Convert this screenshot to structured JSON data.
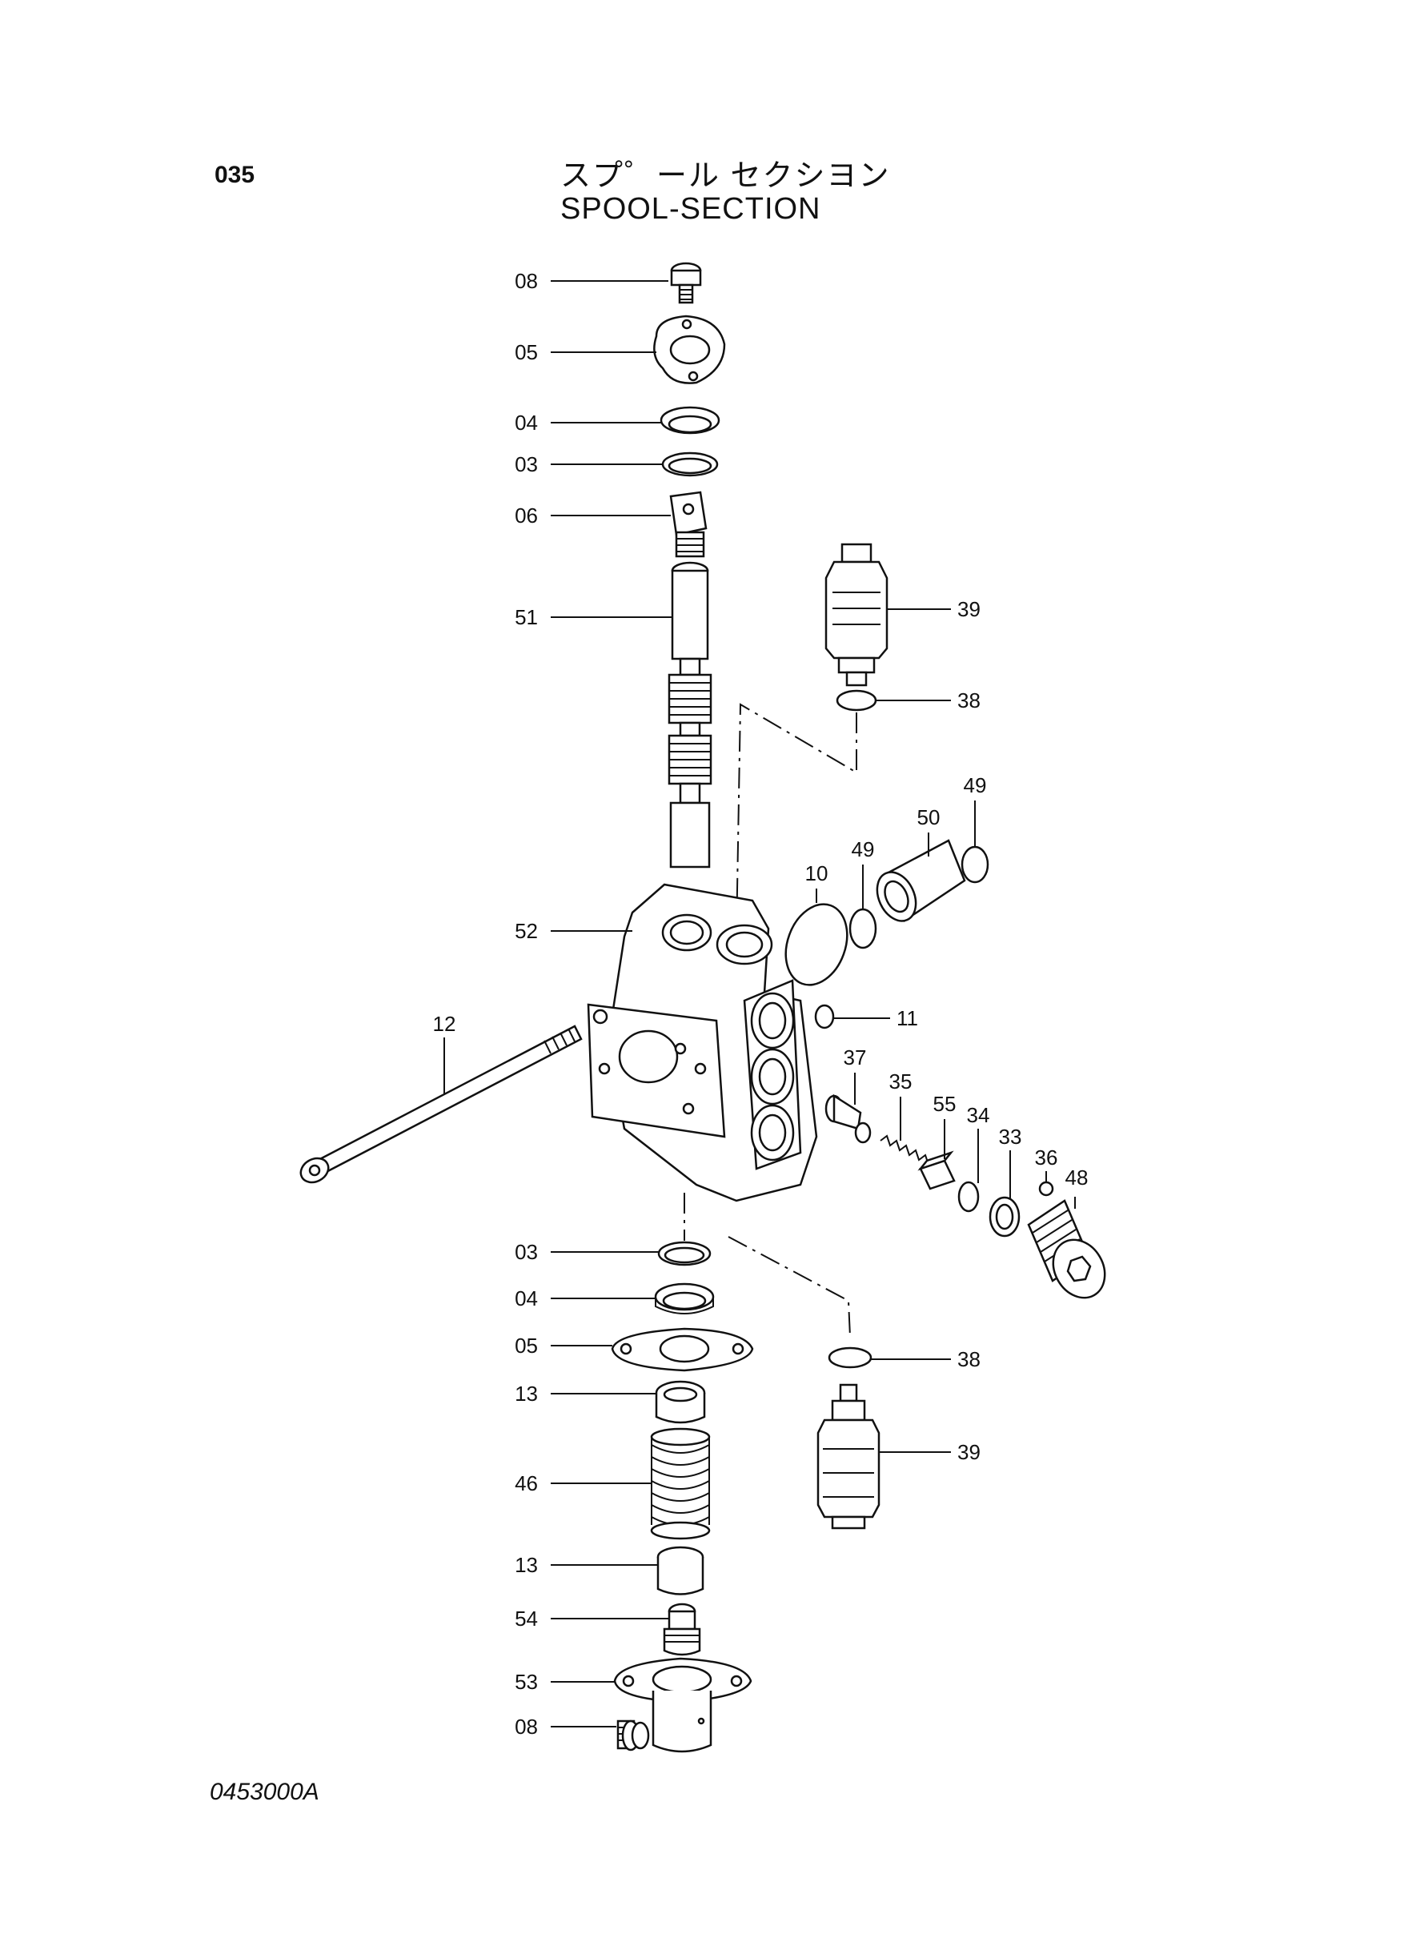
{
  "header": {
    "page_number": "035",
    "title_jp": "スプ゜ール セクシヨン",
    "title_en": "SPOOL-SECTION"
  },
  "footer": {
    "drawing_code": "0453000A"
  },
  "callouts": {
    "c08a": "08",
    "c05a": "05",
    "c04a": "04",
    "c03a": "03",
    "c06": "06",
    "c51": "51",
    "c39a": "39",
    "c38a": "38",
    "c49a": "49",
    "c50": "50",
    "c49b": "49",
    "c10": "10",
    "c52": "52",
    "c11": "11",
    "c12": "12",
    "c37": "37",
    "c35": "35",
    "c55": "55",
    "c34": "34",
    "c33": "33",
    "c36": "36",
    "c48": "48",
    "c03b": "03",
    "c04b": "04",
    "c05b": "05",
    "c38b": "38",
    "c13a": "13",
    "c39b": "39",
    "c46": "46",
    "c13b": "13",
    "c54": "54",
    "c53": "53",
    "c08b": "08"
  }
}
